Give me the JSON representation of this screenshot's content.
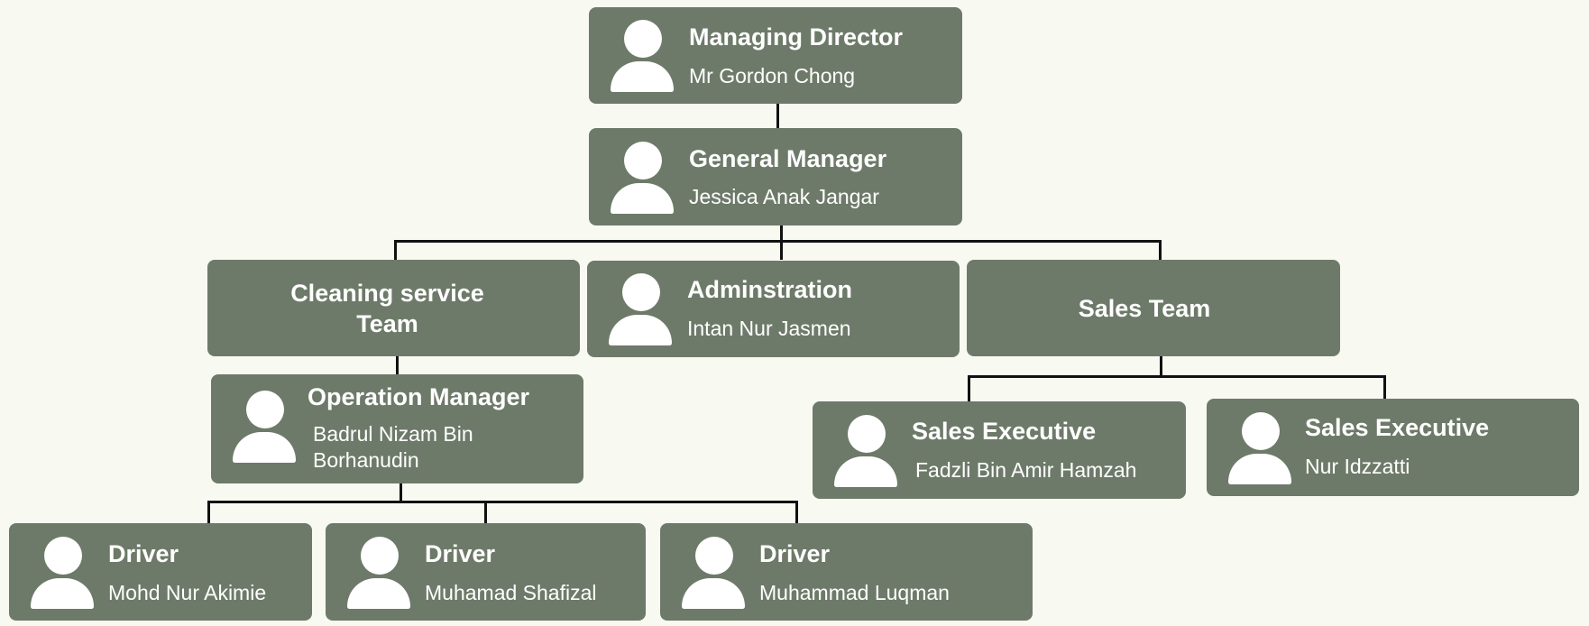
{
  "nodes": {
    "md": {
      "title": "Managing Director",
      "name": "Mr Gordon Chong"
    },
    "gm": {
      "title": "General Manager",
      "name": "Jessica Anak Jangar"
    },
    "cleaning": {
      "title_line1": "Cleaning service",
      "title_line2": "Team"
    },
    "admin": {
      "title": "Adminstration",
      "name": "Intan Nur Jasmen"
    },
    "sales_team": {
      "title": "Sales Team"
    },
    "opmgr": {
      "title": "Operation Manager",
      "name_line1": "Badrul Nizam Bin",
      "name_line2": "Borhanudin"
    },
    "se1": {
      "title": "Sales Executive",
      "name": "Fadzli Bin Amir Hamzah"
    },
    "se2": {
      "title": "Sales Executive",
      "name": "Nur Idzzatti"
    },
    "driver1": {
      "title": "Driver",
      "name": "Mohd Nur Akimie"
    },
    "driver2": {
      "title": "Driver",
      "name": "Muhamad Shafizal"
    },
    "driver3": {
      "title": "Driver",
      "name": "Muhammad Luqman"
    }
  },
  "colors": {
    "box": "#6e7a69",
    "background": "#f8faf2",
    "connector": "#111111"
  }
}
